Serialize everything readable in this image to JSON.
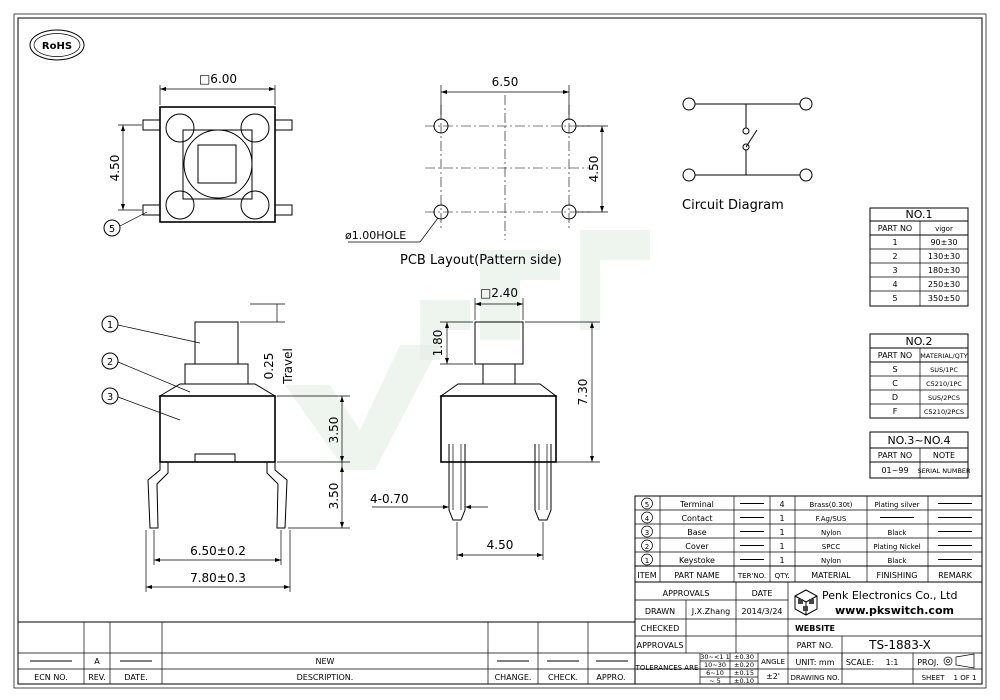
{
  "logo": {
    "rohs": "RoHS"
  },
  "top_view": {
    "size_label": "□6.00",
    "pitch_label": "4.50",
    "callout": "5"
  },
  "pcb_layout": {
    "width_label": "6.50",
    "height_label": "4.50",
    "hole_label": "ø1.00HOLE",
    "caption": "PCB Layout(Pattern side)"
  },
  "circuit": {
    "caption": "Circuit Diagram"
  },
  "side_view": {
    "callouts": [
      "1",
      "2",
      "3"
    ],
    "travel_value": "0.25",
    "travel_label": "Travel",
    "body_height": "3.50",
    "leg_height": "3.50",
    "inner_width": "6.50±0.2",
    "outer_width": "7.80±0.3"
  },
  "front_view": {
    "stem_width": "□2.40",
    "stem_height": "1.80",
    "total_height": "7.30",
    "leg_width": "4-0.70",
    "leg_pitch": "4.50"
  },
  "table_no1": {
    "title": "NO.1",
    "headers": [
      "PART NO",
      "vigor"
    ],
    "rows": [
      [
        "1",
        "90±30"
      ],
      [
        "2",
        "130±30"
      ],
      [
        "3",
        "180±30"
      ],
      [
        "4",
        "250±30"
      ],
      [
        "5",
        "350±50"
      ]
    ]
  },
  "table_no2": {
    "title": "NO.2",
    "headers": [
      "PART NO",
      "MATERIAL/QTY"
    ],
    "rows": [
      [
        "S",
        "SUS/1PC"
      ],
      [
        "C",
        "C5210/1PC"
      ],
      [
        "D",
        "SUS/2PCS"
      ],
      [
        "F",
        "C5210/2PCS"
      ]
    ]
  },
  "table_no3": {
    "title": "NO.3~NO.4",
    "headers": [
      "PART NO",
      "NOTE"
    ],
    "rows": [
      [
        "01~99",
        "SERIAL NUMBER"
      ]
    ]
  },
  "bom": {
    "headers": [
      "ITEM",
      "PART NAME",
      "TER'NO.",
      "QTY.",
      "MATERIAL",
      "FINISHING",
      "REMARK"
    ],
    "rows": [
      {
        "item": "5",
        "name": "Terminal",
        "ter": "",
        "qty": "4",
        "material": "Brass(0.30t)",
        "finishing": "Plating silver",
        "remark": ""
      },
      {
        "item": "4",
        "name": "Contact",
        "ter": "",
        "qty": "1",
        "material": "F.Ag/SUS",
        "finishing": "",
        "remark": ""
      },
      {
        "item": "3",
        "name": "Base",
        "ter": "",
        "qty": "1",
        "material": "Nylon",
        "finishing": "Black",
        "remark": ""
      },
      {
        "item": "2",
        "name": "Cover",
        "ter": "",
        "qty": "1",
        "material": "SPCC",
        "finishing": "Plating Nickel",
        "remark": ""
      },
      {
        "item": "1",
        "name": "Keystoke",
        "ter": "",
        "qty": "1",
        "material": "Nylon",
        "finishing": "Black",
        "remark": ""
      }
    ]
  },
  "title_block": {
    "approvals": "APPROVALS",
    "date": "DATE",
    "drawn_label": "DRAWN",
    "drawn_by": "J.X.Zhang",
    "drawn_date": "2014/3/24",
    "checked_label": "CHECKED",
    "approvals_label": "APPROVALS",
    "company": "Penk Electronics Co., Ltd",
    "website_url": "www.pkswitch.com",
    "website_label": "WEBSITE",
    "part_no_label": "PART NO.",
    "part_no": "TS-1883-X",
    "tolerances_label": "TOLERANCES ARE",
    "tol_ranges": [
      "30~<1 1",
      "10~30",
      "6~10",
      "~ 5"
    ],
    "tol_values": [
      "±0.30",
      "±0.20",
      "±0.15",
      "±0.10"
    ],
    "angle_label": "ANGLE",
    "angle_value": "±2'",
    "unit_label": "UNIT: mm",
    "scale_label": "SCALE:",
    "scale_value": "1:1",
    "proj_label": "PROJ.",
    "drawing_no_label": "DRAWING NO.",
    "sheet_label": "SHEET",
    "sheet_value": "1 OF 1"
  },
  "revision_block": {
    "row_values": [
      "",
      "A",
      "",
      "NEW",
      "",
      "",
      ""
    ],
    "headers": [
      "ECN NO.",
      "REV.",
      "DATE.",
      "DESCRIPTION.",
      "CHANGE.",
      "CHECK.",
      "APPRO."
    ]
  }
}
